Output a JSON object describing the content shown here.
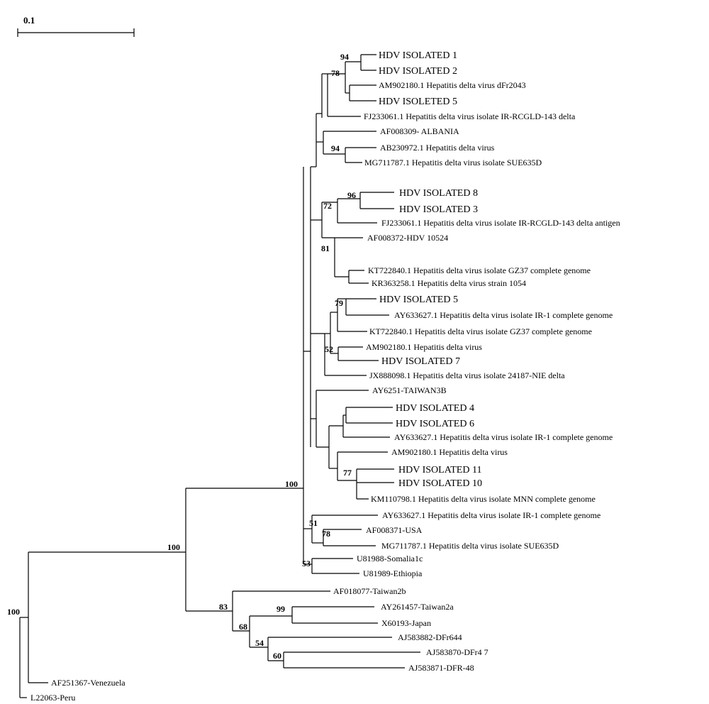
{
  "scale_bar": {
    "label": "0.1"
  },
  "leaves": {
    "hdv1": "HDV ISOLATED 1",
    "hdv2": "HDV ISOLATED 2",
    "am902180_dfr": "AM902180.1 Hepatitis delta virus dFr2043",
    "hdv5a": "HDV ISOLETED 5",
    "fj233061_a": "FJ233061.1 Hepatitis delta virus isolate IR-RCGLD-143 delta",
    "af008309": "AF008309- ALBANIA",
    "ab230972": "AB230972.1 Hepatitis delta virus",
    "mg711787_a": "MG711787.1 Hepatitis delta virus isolate SUE635D",
    "hdv8": "HDV ISOLATED 8",
    "hdv3": "HDV ISOLATED 3",
    "fj233061_b": "FJ233061.1 Hepatitis delta virus isolate IR-RCGLD-143 delta antigen",
    "af008372": "AF008372-HDV 10524",
    "kt722840_a": "KT722840.1 Hepatitis delta virus isolate GZ37 complete genome",
    "kr363258": "KR363258.1 Hepatitis delta virus strain 1054",
    "hdv5b": "HDV ISOLATED 5",
    "ay633627_a": "AY633627.1 Hepatitis delta virus isolate IR-1 complete genome",
    "kt722840_b": "KT722840.1 Hepatitis delta virus isolate GZ37 complete genome",
    "am902180_b": "AM902180.1 Hepatitis delta virus",
    "hdv7": "HDV ISOLATED 7",
    "jx888098": "JX888098.1 Hepatitis delta virus isolate 24187-NIE delta",
    "ay6251": "AY6251-TAIWAN3B",
    "hdv4": "HDV ISOLATED 4",
    "hdv6": "HDV ISOLATED 6",
    "ay633627_b": "AY633627.1 Hepatitis delta virus isolate IR-1 complete genome",
    "am902180_c": "AM902180.1 Hepatitis delta virus",
    "hdv11": "HDV ISOLATED 11",
    "hdv10": "HDV ISOLATED 10",
    "km110798": "KM110798.1 Hepatitis delta virus isolate MNN complete genome",
    "ay633627_c": "AY633627.1 Hepatitis delta virus isolate IR-1 complete genome",
    "af008371": "AF008371-USA",
    "mg711787_b": "MG711787.1 Hepatitis delta virus isolate SUE635D",
    "u81988": "U81988-Somalia1c",
    "u81989": "U81989-Ethiopia",
    "af018077": "AF018077-Taiwan2b",
    "ay261457": "AY261457-Taiwan2a",
    "x60193": "X60193-Japan",
    "aj583882": "AJ583882-DFr644",
    "aj583870": "AJ583870-DFr4 7",
    "aj583871": "AJ583871-DFR-48",
    "af251367": "AF251367-Venezuela",
    "l22063": "L22063-Peru"
  },
  "bootstrap": {
    "b94a": "94",
    "b78a": "78",
    "b94b": "94",
    "b96": "96",
    "b72": "72",
    "b81": "81",
    "b79": "79",
    "b52": "52",
    "b77": "77",
    "b100a": "100",
    "b51": "51",
    "b78b": "78",
    "b53": "53",
    "b100b": "100",
    "b83": "83",
    "b99": "99",
    "b68": "68",
    "b54": "54",
    "b60": "60",
    "b100c": "100"
  }
}
